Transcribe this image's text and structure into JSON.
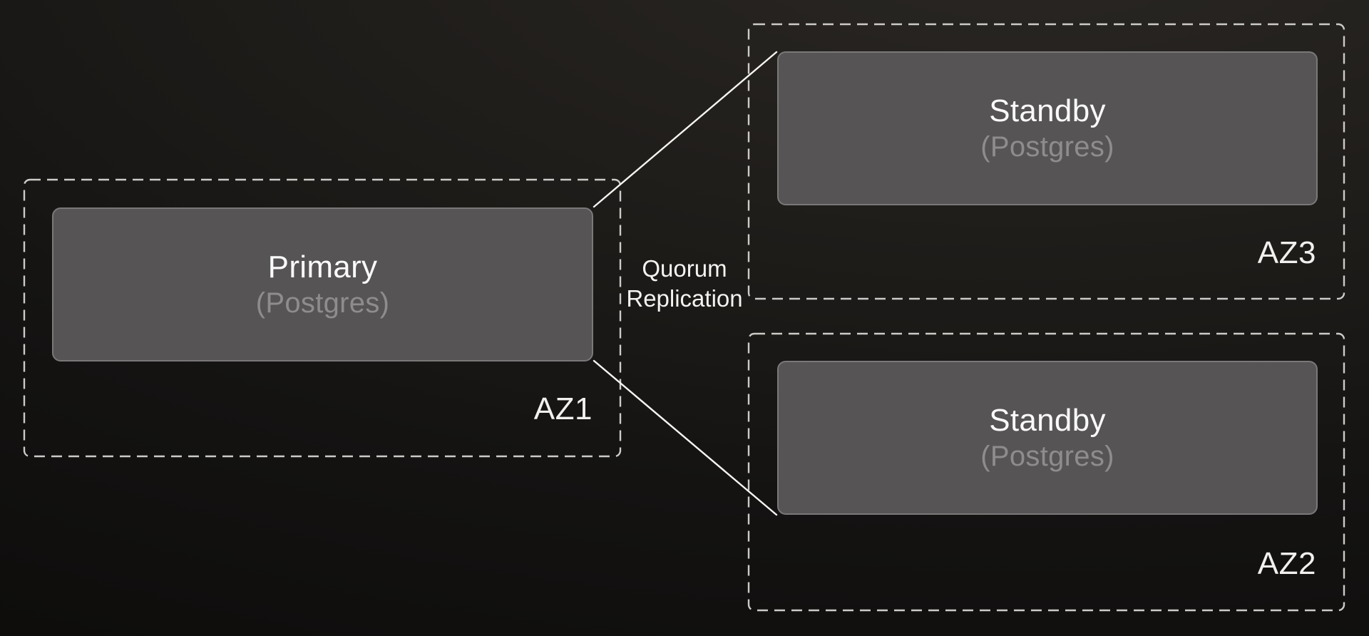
{
  "diagram": {
    "zones": [
      {
        "id": "az1",
        "label": "AZ1",
        "node": {
          "title": "Primary",
          "subtitle": "(Postgres)"
        }
      },
      {
        "id": "az3",
        "label": "AZ3",
        "node": {
          "title": "Standby",
          "subtitle": "(Postgres)"
        }
      },
      {
        "id": "az2",
        "label": "AZ2",
        "node": {
          "title": "Standby",
          "subtitle": "(Postgres)"
        }
      }
    ],
    "edge_label": "Quorum Replication"
  },
  "theme": {
    "bg-highlight": "#2a2724",
    "bg-mid": "#1f1d1a",
    "bg-base": "#141312",
    "bg-dark": "#0e0d0c",
    "node-fill": "#575455",
    "node-border": "#7b7879",
    "dash-stroke": "#cdcbc8",
    "connector-stroke": "#f7f5f2",
    "title-text": "#fafafa",
    "subtitle-text": "#8f8c8d",
    "label-text": "#f2f0ee",
    "edge-text": "#f5f3f1"
  }
}
